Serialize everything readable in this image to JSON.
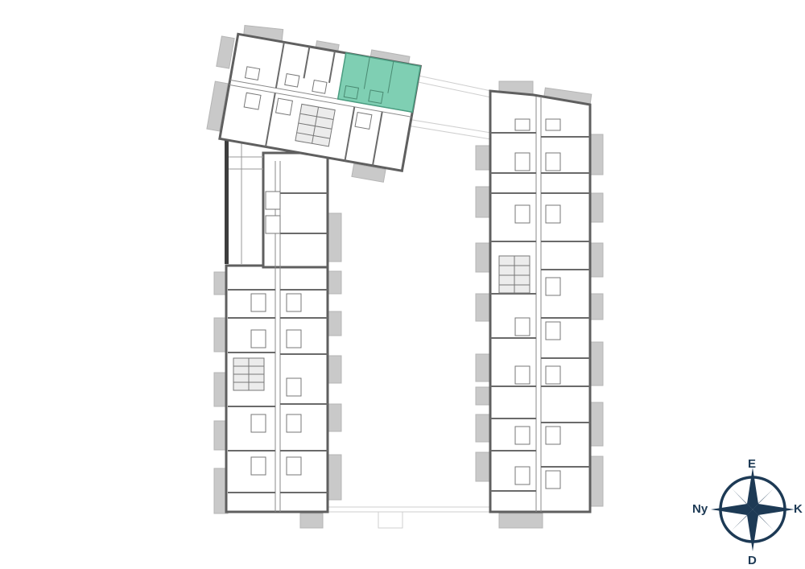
{
  "floorplan": {
    "highlight_color": "#7fcfb3",
    "wall_color": "#5f5f5f",
    "balcony_color": "#c9c9c9",
    "highlighted_unit": "selected-apartment"
  },
  "compass": {
    "north": "E",
    "south": "D",
    "west": "Ny",
    "east": "K",
    "color": "#1d3a55"
  }
}
